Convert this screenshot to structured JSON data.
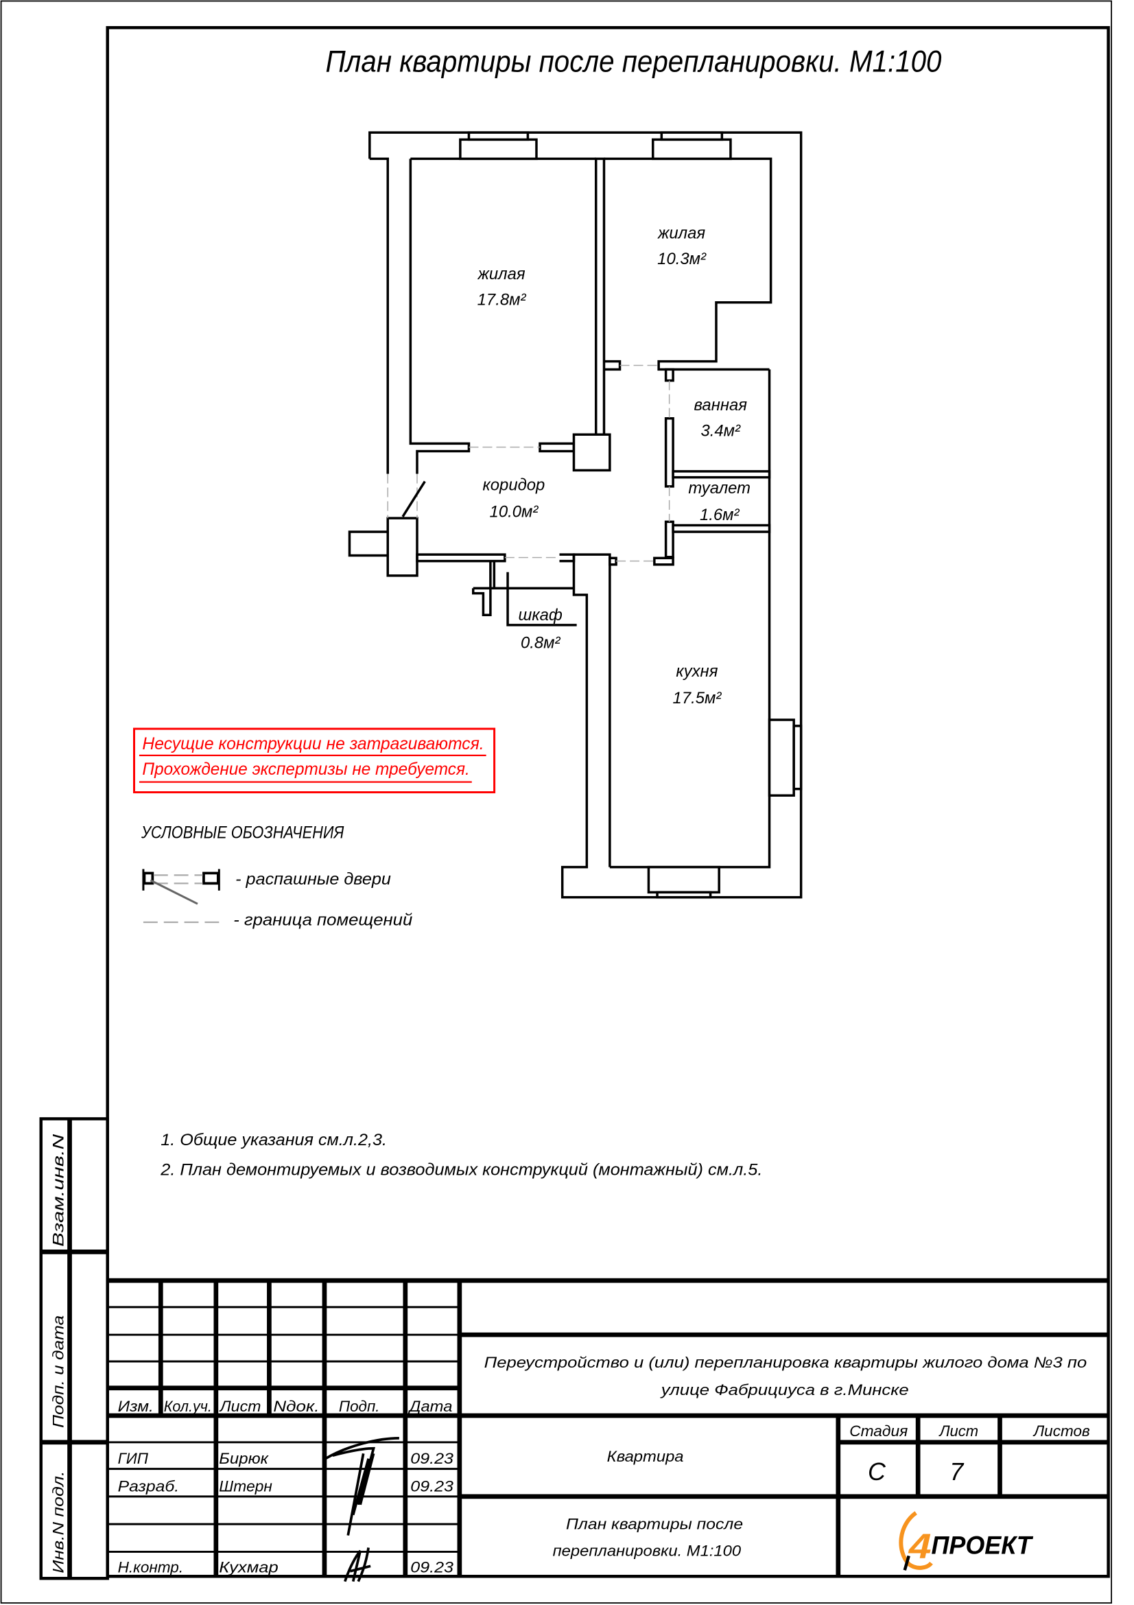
{
  "title": "План квартиры после перепланировки. М1:100",
  "plan": {
    "rooms": [
      {
        "name": "жилая",
        "area": "17.8м²"
      },
      {
        "name": "жилая",
        "area": "10.3м²"
      },
      {
        "name": "ванная",
        "area": "3.4м²"
      },
      {
        "name": "коридор",
        "area": "10.0м²"
      },
      {
        "name": "туалет",
        "area": "1.6м²"
      },
      {
        "name": "шкаф",
        "area": "0.8м²"
      },
      {
        "name": "кухня",
        "area": "17.5м²"
      }
    ]
  },
  "notice": {
    "lines": [
      "Несущие конструкции не затрагиваются.",
      "Прохождение экспертизы не требуется."
    ],
    "color": "#ff0000"
  },
  "legend": {
    "title": "УСЛОВНЫЕ ОБОЗНАЧЕНИЯ",
    "items": [
      {
        "symbol": "door-symbol",
        "label": "- распашные двери"
      },
      {
        "symbol": "dashed-line",
        "label": "- граница помещений"
      }
    ]
  },
  "notes": [
    "1. Общие указания см.л.2,3.",
    "2. План демонтируемых и возводимых конструкций (монтажный) см.л.5."
  ],
  "side_strip": [
    "Взам.инв.N",
    "Подп. и дата",
    "Инв.N подл."
  ],
  "stamp": {
    "headers": [
      "Изм.",
      "Кол.уч.",
      "Лист",
      "Nдок.",
      "Подп.",
      "Дата"
    ],
    "people": [
      {
        "role": "ГИП",
        "name": "Бирюк",
        "date": "09.23"
      },
      {
        "role": "Разраб.",
        "name": "Штерн",
        "date": "09.23"
      },
      {
        "role": "Н.контр.",
        "name": "Кухмар",
        "date": "09.23"
      }
    ],
    "project_lines": [
      "Переустройство и (или) перепланировка квартиры жилого дома №3 по",
      "улице Фабрициуса в г.Минске"
    ],
    "object": "Квартира",
    "stage_label": "Стадия",
    "sheet_label": "Лист",
    "sheets_label": "Листов",
    "stage": "С",
    "sheet": "7",
    "sheet_title_lines": [
      "План квартиры после",
      "перепланировки. М1:100"
    ],
    "logo_text": "4ПРОЕКТ",
    "logo_color": "#f7931e"
  }
}
